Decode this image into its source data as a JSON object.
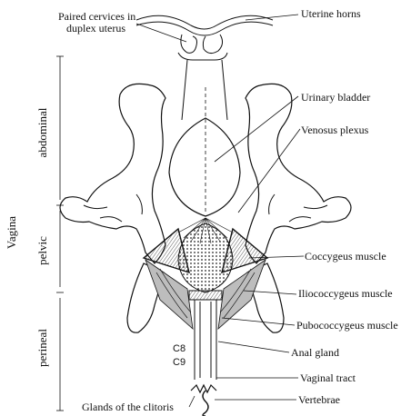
{
  "labels": {
    "paired_cervices": [
      "Paired cervices in",
      "duplex uterus"
    ],
    "uterine_horns": "Uterine horns",
    "urinary_bladder": "Urinary bladder",
    "venosus_plexus": "Venosus plexus",
    "coccygeus_muscle": "Coccygeus muscle",
    "iliococcygeus_muscle": "Iliococcygeus muscle",
    "pubococcygeus_muscle": "Pubococcygeus muscle",
    "anal_gland": "Anal gland",
    "vaginal_tract": "Vaginal tract",
    "glands_of_clitoris": "Glands of the clitoris",
    "vertebrae": "Vertebrae",
    "c8": "C8",
    "c9": "C9"
  },
  "regions": {
    "vagina": "Vagina",
    "abdominal": "abdominal",
    "pelvic": "pelvic",
    "perineal": "perineal"
  },
  "colors": {
    "ink": "#111111",
    "muscle_shade": "#bdbdbd",
    "background": "#ffffff"
  }
}
